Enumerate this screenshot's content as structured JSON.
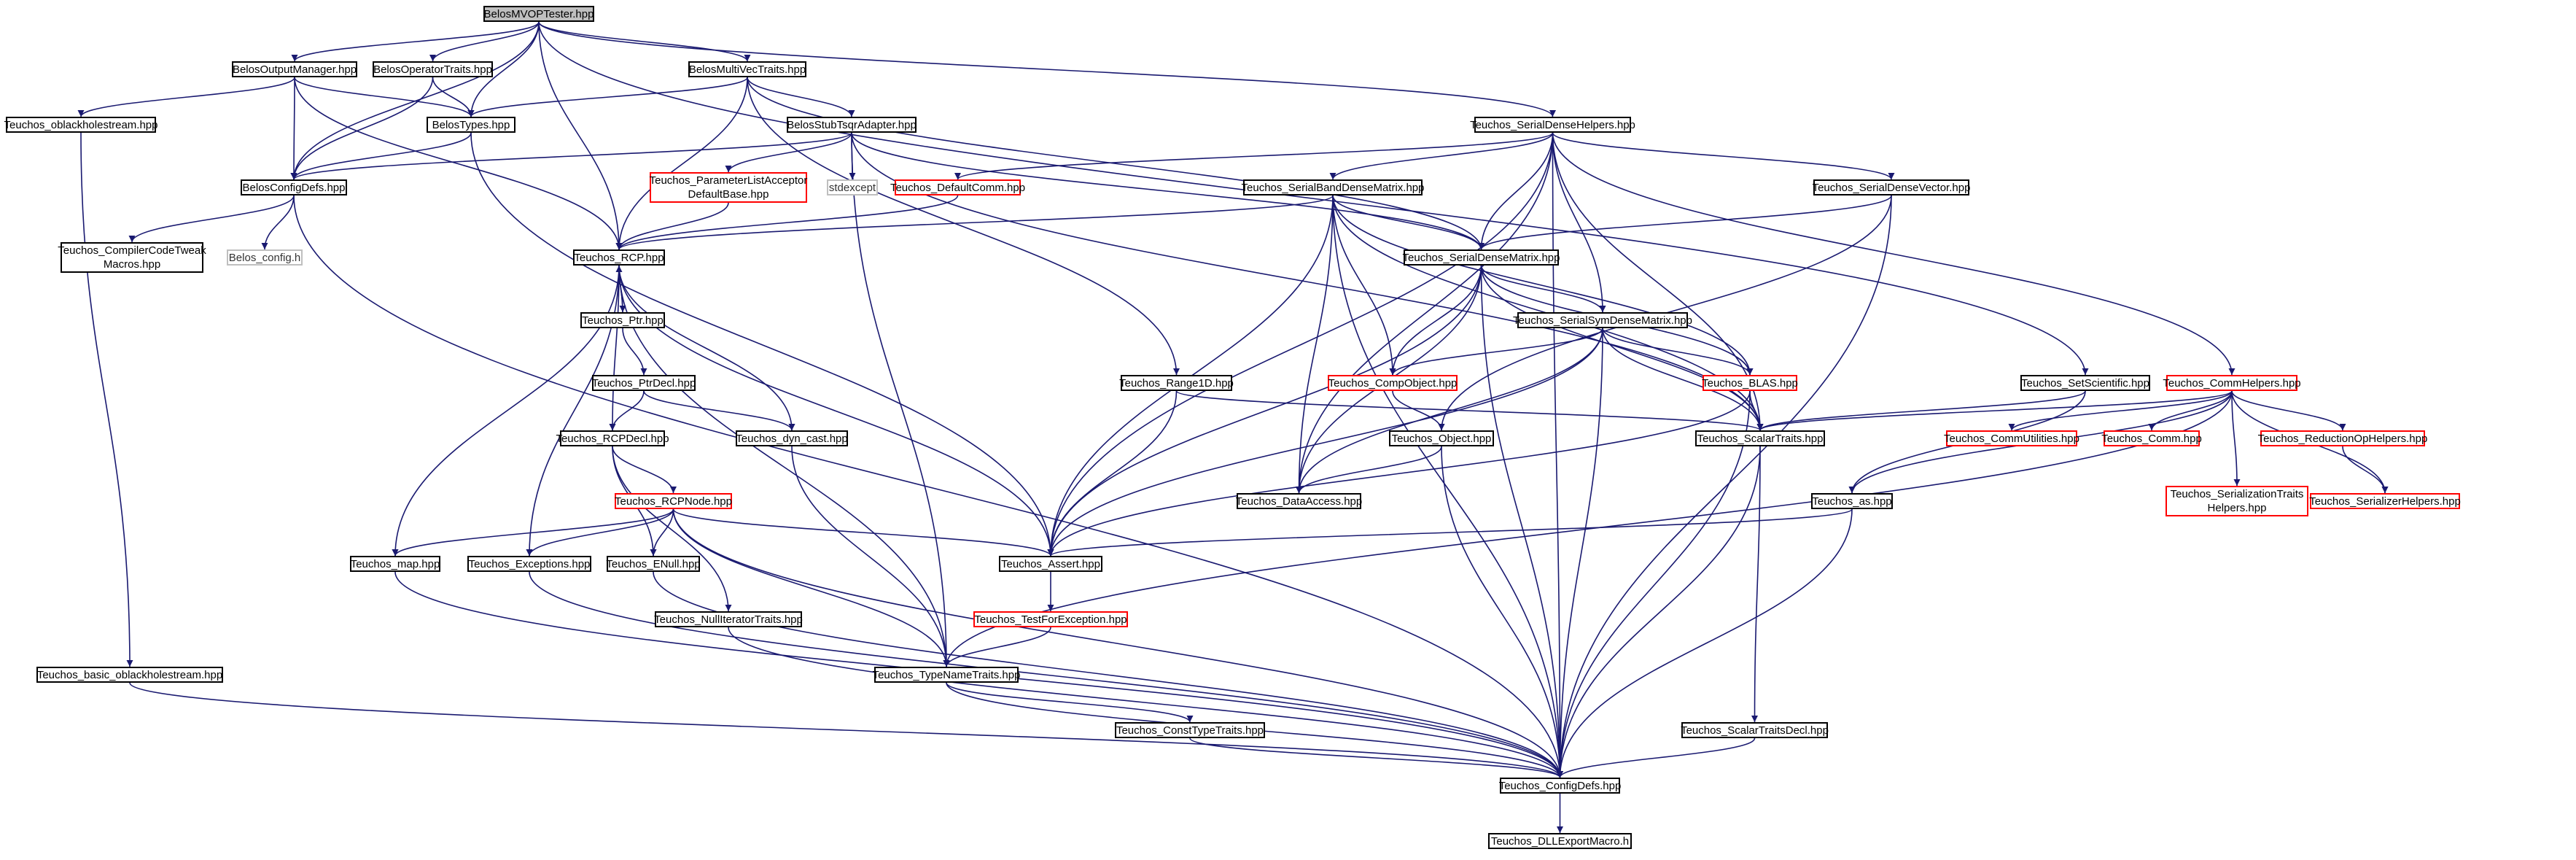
{
  "graph": {
    "edge_color": "#191970",
    "nodes": [
      {
        "id": "BelosMVOPTester",
        "label": "BelosMVOPTester.hpp",
        "style": "current"
      },
      {
        "id": "BelosOutputManager",
        "label": "BelosOutputManager.hpp",
        "style": "normal"
      },
      {
        "id": "BelosOperatorTraits",
        "label": "BelosOperatorTraits.hpp",
        "style": "normal"
      },
      {
        "id": "BelosMultiVecTraits",
        "label": "BelosMultiVecTraits.hpp",
        "style": "normal"
      },
      {
        "id": "oblackhole",
        "label": "Teuchos_oblackholestream.hpp",
        "style": "normal"
      },
      {
        "id": "BelosTypes",
        "label": "BelosTypes.hpp",
        "style": "normal"
      },
      {
        "id": "BelosStubTsqr",
        "label": "BelosStubTsqrAdapter.hpp",
        "style": "normal"
      },
      {
        "id": "SerialDenseHelpers",
        "label": "Teuchos_SerialDenseHelpers.hpp",
        "style": "normal"
      },
      {
        "id": "BelosConfigDefs",
        "label": "BelosConfigDefs.hpp",
        "style": "normal"
      },
      {
        "id": "ParamListAcceptor",
        "label": "Teuchos_ParameterListAcceptor\nDefaultBase.hpp",
        "style": "red"
      },
      {
        "id": "stdexcept",
        "label": "stdexcept",
        "style": "grey"
      },
      {
        "id": "DefaultComm",
        "label": "Teuchos_DefaultComm.hpp",
        "style": "red"
      },
      {
        "id": "SerialBandDense",
        "label": "Teuchos_SerialBandDenseMatrix.hpp",
        "style": "normal"
      },
      {
        "id": "SerialDenseVector",
        "label": "Teuchos_SerialDenseVector.hpp",
        "style": "normal"
      },
      {
        "id": "CompilerCodeTweak",
        "label": "Teuchos_CompilerCodeTweak\nMacros.hpp",
        "style": "normal"
      },
      {
        "id": "Belos_config",
        "label": "Belos_config.h",
        "style": "grey"
      },
      {
        "id": "RCP",
        "label": "Teuchos_RCP.hpp",
        "style": "normal"
      },
      {
        "id": "SerialDenseMatrix",
        "label": "Teuchos_SerialDenseMatrix.hpp",
        "style": "normal"
      },
      {
        "id": "Ptr",
        "label": "Teuchos_Ptr.hpp",
        "style": "normal"
      },
      {
        "id": "SerialSymDense",
        "label": "Teuchos_SerialSymDenseMatrix.hpp",
        "style": "normal"
      },
      {
        "id": "PtrDecl",
        "label": "Teuchos_PtrDecl.hpp",
        "style": "normal"
      },
      {
        "id": "Range1D",
        "label": "Teuchos_Range1D.hpp",
        "style": "normal"
      },
      {
        "id": "CompObject",
        "label": "Teuchos_CompObject.hpp",
        "style": "red"
      },
      {
        "id": "BLAS",
        "label": "Teuchos_BLAS.hpp",
        "style": "red"
      },
      {
        "id": "SetScientific",
        "label": "Teuchos_SetScientific.hpp",
        "style": "normal"
      },
      {
        "id": "CommHelpers",
        "label": "Teuchos_CommHelpers.hpp",
        "style": "red"
      },
      {
        "id": "RCPDecl",
        "label": "Teuchos_RCPDecl.hpp",
        "style": "normal"
      },
      {
        "id": "dyn_cast",
        "label": "Teuchos_dyn_cast.hpp",
        "style": "normal"
      },
      {
        "id": "Object",
        "label": "Teuchos_Object.hpp",
        "style": "normal"
      },
      {
        "id": "ScalarTraits",
        "label": "Teuchos_ScalarTraits.hpp",
        "style": "normal"
      },
      {
        "id": "CommUtilities",
        "label": "Teuchos_CommUtilities.hpp",
        "style": "red"
      },
      {
        "id": "Comm",
        "label": "Teuchos_Comm.hpp",
        "style": "red"
      },
      {
        "id": "ReductionOpHelpers",
        "label": "Teuchos_ReductionOpHelpers.hpp",
        "style": "red"
      },
      {
        "id": "RCPNode",
        "label": "Teuchos_RCPNode.hpp",
        "style": "red"
      },
      {
        "id": "DataAccess",
        "label": "Teuchos_DataAccess.hpp",
        "style": "normal"
      },
      {
        "id": "as",
        "label": "Teuchos_as.hpp",
        "style": "normal"
      },
      {
        "id": "SerializationTraitsHelpers",
        "label": "Teuchos_SerializationTraits\nHelpers.hpp",
        "style": "red"
      },
      {
        "id": "SerializerHelpers",
        "label": "Teuchos_SerializerHelpers.hpp",
        "style": "red"
      },
      {
        "id": "map",
        "label": "Teuchos_map.hpp",
        "style": "normal"
      },
      {
        "id": "Exceptions",
        "label": "Teuchos_Exceptions.hpp",
        "style": "normal"
      },
      {
        "id": "ENull",
        "label": "Teuchos_ENull.hpp",
        "style": "normal"
      },
      {
        "id": "Assert",
        "label": "Teuchos_Assert.hpp",
        "style": "normal"
      },
      {
        "id": "NullIteratorTraits",
        "label": "Teuchos_NullIteratorTraits.hpp",
        "style": "normal"
      },
      {
        "id": "TestForException",
        "label": "Teuchos_TestForException.hpp",
        "style": "red"
      },
      {
        "id": "basic_oblackhole",
        "label": "Teuchos_basic_oblackholestream.hpp",
        "style": "normal"
      },
      {
        "id": "TypeNameTraits",
        "label": "Teuchos_TypeNameTraits.hpp",
        "style": "normal"
      },
      {
        "id": "ConstTypeTraits",
        "label": "Teuchos_ConstTypeTraits.hpp",
        "style": "normal"
      },
      {
        "id": "ScalarTraitsDecl",
        "label": "Teuchos_ScalarTraitsDecl.hpp",
        "style": "normal"
      },
      {
        "id": "ConfigDefs",
        "label": "Teuchos_ConfigDefs.hpp",
        "style": "normal"
      },
      {
        "id": "DLLExportMacro",
        "label": "Teuchos_DLLExportMacro.h",
        "style": "normal"
      }
    ],
    "edges": [
      [
        "BelosMVOPTester",
        "BelosOutputManager"
      ],
      [
        "BelosMVOPTester",
        "BelosOperatorTraits"
      ],
      [
        "BelosMVOPTester",
        "BelosMultiVecTraits"
      ],
      [
        "BelosMVOPTester",
        "BelosTypes"
      ],
      [
        "BelosMVOPTester",
        "BelosConfigDefs"
      ],
      [
        "BelosMVOPTester",
        "RCP"
      ],
      [
        "BelosMVOPTester",
        "SerialDenseHelpers"
      ],
      [
        "BelosMVOPTester",
        "SetScientific"
      ],
      [
        "BelosOutputManager",
        "oblackhole"
      ],
      [
        "BelosOutputManager",
        "BelosTypes"
      ],
      [
        "BelosOutputManager",
        "BelosConfigDefs"
      ],
      [
        "BelosOutputManager",
        "RCP"
      ],
      [
        "BelosOperatorTraits",
        "BelosTypes"
      ],
      [
        "BelosOperatorTraits",
        "BelosConfigDefs"
      ],
      [
        "BelosMultiVecTraits",
        "BelosTypes"
      ],
      [
        "BelosMultiVecTraits",
        "BelosStubTsqr"
      ],
      [
        "BelosMultiVecTraits",
        "RCP"
      ],
      [
        "BelosMultiVecTraits",
        "SerialDenseMatrix"
      ],
      [
        "BelosMultiVecTraits",
        "Range1D"
      ],
      [
        "oblackhole",
        "basic_oblackhole"
      ],
      [
        "BelosTypes",
        "BelosConfigDefs"
      ],
      [
        "BelosTypes",
        "Assert"
      ],
      [
        "BelosStubTsqr",
        "BelosConfigDefs"
      ],
      [
        "BelosStubTsqr",
        "ParamListAcceptor"
      ],
      [
        "BelosStubTsqr",
        "stdexcept"
      ],
      [
        "BelosStubTsqr",
        "SerialDenseMatrix"
      ],
      [
        "BelosStubTsqr",
        "TypeNameTraits"
      ],
      [
        "BelosStubTsqr",
        "ScalarTraits"
      ],
      [
        "SerialDenseHelpers",
        "DefaultComm"
      ],
      [
        "SerialDenseHelpers",
        "SerialBandDense"
      ],
      [
        "SerialDenseHelpers",
        "SerialDenseVector"
      ],
      [
        "SerialDenseHelpers",
        "SerialDenseMatrix"
      ],
      [
        "SerialDenseHelpers",
        "SerialSymDense"
      ],
      [
        "SerialDenseHelpers",
        "CommHelpers"
      ],
      [
        "SerialDenseHelpers",
        "ScalarTraits"
      ],
      [
        "SerialDenseHelpers",
        "Assert"
      ],
      [
        "SerialDenseHelpers",
        "DataAccess"
      ],
      [
        "SerialDenseHelpers",
        "ConfigDefs"
      ],
      [
        "BelosConfigDefs",
        "CompilerCodeTweak"
      ],
      [
        "BelosConfigDefs",
        "Belos_config"
      ],
      [
        "BelosConfigDefs",
        "ConfigDefs"
      ],
      [
        "ParamListAcceptor",
        "RCP"
      ],
      [
        "DefaultComm",
        "RCP"
      ],
      [
        "SerialBandDense",
        "RCP"
      ],
      [
        "SerialBandDense",
        "SerialDenseMatrix"
      ],
      [
        "SerialBandDense",
        "CompObject"
      ],
      [
        "SerialBandDense",
        "BLAS"
      ],
      [
        "SerialBandDense",
        "ScalarTraits"
      ],
      [
        "SerialBandDense",
        "DataAccess"
      ],
      [
        "SerialBandDense",
        "Assert"
      ],
      [
        "SerialBandDense",
        "ConfigDefs"
      ],
      [
        "SerialDenseVector",
        "SerialDenseMatrix"
      ],
      [
        "SerialDenseVector",
        "Object"
      ],
      [
        "SerialDenseVector",
        "ConfigDefs"
      ],
      [
        "RCP",
        "Ptr"
      ],
      [
        "RCP",
        "RCPDecl"
      ],
      [
        "RCP",
        "dyn_cast"
      ],
      [
        "RCP",
        "map"
      ],
      [
        "RCP",
        "Exceptions"
      ],
      [
        "RCP",
        "Assert"
      ],
      [
        "RCP",
        "TypeNameTraits"
      ],
      [
        "Ptr",
        "RCP"
      ],
      [
        "Ptr",
        "PtrDecl"
      ],
      [
        "PtrDecl",
        "RCPDecl"
      ],
      [
        "PtrDecl",
        "dyn_cast"
      ],
      [
        "SerialDenseMatrix",
        "CompObject"
      ],
      [
        "SerialDenseMatrix",
        "BLAS"
      ],
      [
        "SerialDenseMatrix",
        "ScalarTraits"
      ],
      [
        "SerialDenseMatrix",
        "SerialSymDense"
      ],
      [
        "SerialDenseMatrix",
        "DataAccess"
      ],
      [
        "SerialDenseMatrix",
        "Assert"
      ],
      [
        "SerialDenseMatrix",
        "ConfigDefs"
      ],
      [
        "SerialSymDense",
        "CompObject"
      ],
      [
        "SerialSymDense",
        "BLAS"
      ],
      [
        "SerialSymDense",
        "ScalarTraits"
      ],
      [
        "SerialSymDense",
        "DataAccess"
      ],
      [
        "SerialSymDense",
        "Assert"
      ],
      [
        "SerialSymDense",
        "ConfigDefs"
      ],
      [
        "Range1D",
        "Assert"
      ],
      [
        "Range1D",
        "ScalarTraits"
      ],
      [
        "CompObject",
        "Object"
      ],
      [
        "BLAS",
        "ScalarTraits"
      ],
      [
        "BLAS",
        "Assert"
      ],
      [
        "BLAS",
        "ConfigDefs"
      ],
      [
        "SetScientific",
        "ScalarTraits"
      ],
      [
        "SetScientific",
        "as"
      ],
      [
        "CommHelpers",
        "ScalarTraits"
      ],
      [
        "CommHelpers",
        "CommUtilities"
      ],
      [
        "CommHelpers",
        "Comm"
      ],
      [
        "CommHelpers",
        "ReductionOpHelpers"
      ],
      [
        "CommHelpers",
        "SerializationTraitsHelpers"
      ],
      [
        "CommHelpers",
        "SerializerHelpers"
      ],
      [
        "CommHelpers",
        "as"
      ],
      [
        "CommHelpers",
        "TypeNameTraits"
      ],
      [
        "ReductionOpHelpers",
        "SerializerHelpers"
      ],
      [
        "RCPDecl",
        "RCPNode"
      ],
      [
        "RCPDecl",
        "ENull"
      ],
      [
        "RCPDecl",
        "NullIteratorTraits"
      ],
      [
        "dyn_cast",
        "TypeNameTraits"
      ],
      [
        "Object",
        "DataAccess"
      ],
      [
        "Object",
        "ConfigDefs"
      ],
      [
        "ScalarTraits",
        "ScalarTraitsDecl"
      ],
      [
        "ScalarTraits",
        "ConfigDefs"
      ],
      [
        "RCPNode",
        "map"
      ],
      [
        "RCPNode",
        "Exceptions"
      ],
      [
        "RCPNode",
        "ENull"
      ],
      [
        "RCPNode",
        "Assert"
      ],
      [
        "RCPNode",
        "TypeNameTraits"
      ],
      [
        "RCPNode",
        "ConfigDefs"
      ],
      [
        "as",
        "Assert"
      ],
      [
        "as",
        "ConfigDefs"
      ],
      [
        "Assert",
        "TestForException"
      ],
      [
        "TestForException",
        "TypeNameTraits"
      ],
      [
        "map",
        "ConfigDefs"
      ],
      [
        "Exceptions",
        "ConfigDefs"
      ],
      [
        "ENull",
        "ConfigDefs"
      ],
      [
        "NullIteratorTraits",
        "ConfigDefs"
      ],
      [
        "basic_oblackhole",
        "ConfigDefs"
      ],
      [
        "TypeNameTraits",
        "ConstTypeTraits"
      ],
      [
        "TypeNameTraits",
        "ConfigDefs"
      ],
      [
        "ConstTypeTraits",
        "ConfigDefs"
      ],
      [
        "ScalarTraitsDecl",
        "ConfigDefs"
      ],
      [
        "ConfigDefs",
        "DLLExportMacro"
      ]
    ]
  }
}
